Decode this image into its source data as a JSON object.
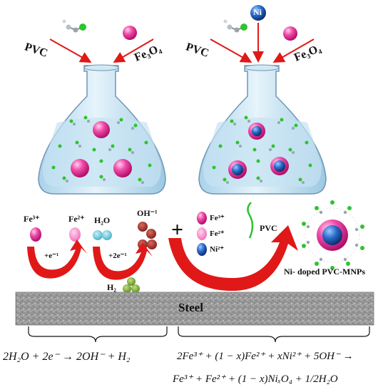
{
  "flask_left": {
    "label_pvc": "PVC",
    "label_fe": "Fe₃O₄"
  },
  "flask_right": {
    "label_ni": "Ni",
    "label_pvc": "PVC",
    "label_fe": "Fe₃O₄"
  },
  "redox": {
    "fe3": "Fe³⁺",
    "fe2": "Fe²⁺",
    "e1": "+e⁻¹",
    "h2o": "H₂O",
    "oh": "OH⁻¹",
    "e2": "+2e⁻¹",
    "h2": "H₂"
  },
  "legend": {
    "plus": "+",
    "fe3": "Fe³⁺",
    "fe2": "Fe²⁺",
    "ni2": "Ni²⁺",
    "pvc": "PVC"
  },
  "product_label": "Ni- doped PVC-MNPs",
  "steel_label": "Steel",
  "equations": {
    "eq1": "2H₂O + 2e⁻ → 2OH⁻ + H₂",
    "eq2_line1": "2Fe³⁺ + (1 − x)Fe²⁺ + xNi²⁺ + 5OH⁻ →",
    "eq2_line2": "Fe³⁺ + Fe²⁺ + (1 − x)NiₓO₄ + 1/2H₂O"
  },
  "colors": {
    "flask_fill": "#c7e3f2",
    "flask_stroke": "#7a9fbe",
    "magenta": "#e0208c",
    "nickel_blue": "#1f5fb0",
    "arrow_red": "#e01818",
    "green_atom": "#2ec42e",
    "teal_sphere": "#5fc4d8",
    "brown_sphere": "#a0322a",
    "olive_sphere": "#7aaa3a",
    "steel_gray": "#8e8e8e"
  }
}
